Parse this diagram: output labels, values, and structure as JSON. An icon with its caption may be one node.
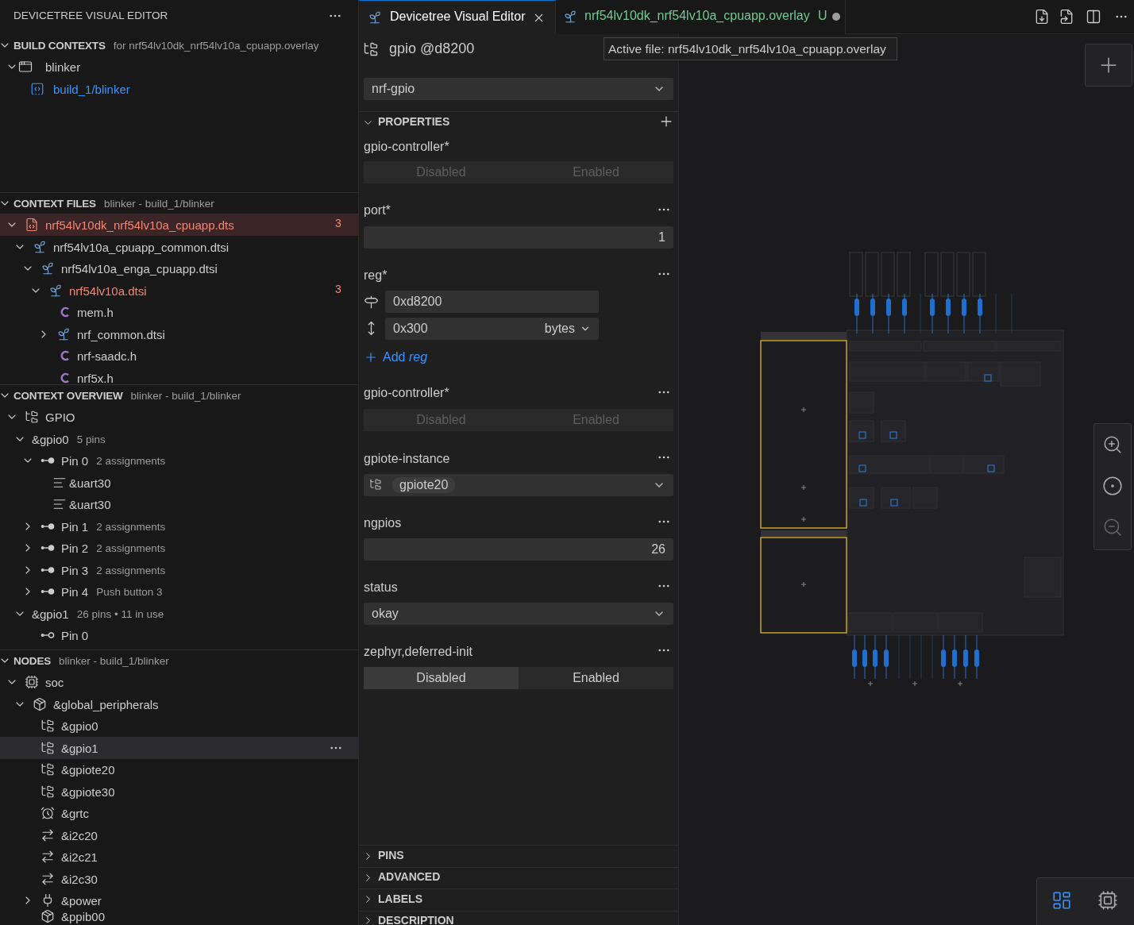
{
  "diagram": {
    "labels": [
      "DEVICETREE VISUAL EDITOR",
      "BUILD CONTEXTS",
      "for nrf54lv10dk_nrf54lv10a_cpuapp.overlay",
      "blinker",
      "build_1/blinker",
      "CONTEXT FILES",
      "blinker - build_1/blinker",
      "nrf54lv10dk_nrf54lv10a_cpuapp.dts",
      "3",
      "nrf54lv10a_cpuapp_common.dtsi",
      "nrf54lv10a_enga_cpuapp.dtsi",
      "nrf54lv10a.dtsi",
      "3",
      "mem.h",
      "nrf_common.dtsi",
      "nrf-saadc.h",
      "nrf5x.h",
      "CONTEXT OVERVIEW",
      "blinker - build_1/blinker",
      "GPIO",
      "&gpio0",
      "5 pins",
      "Pin 0",
      "2 assignments",
      "&uart30",
      "&uart30",
      "Pin 1",
      "2 assignments",
      "Pin 2",
      "2 assignments",
      "Pin 3",
      "2 assignments",
      "Pin 4",
      "Push button 3",
      "&gpio1",
      "26 pins • 11 in use",
      "Pin 0",
      "NODES",
      "blinker - build_1/blinker",
      "soc",
      "&global_peripherals",
      "&gpio0",
      "&gpio1",
      "&gpiote20",
      "&gpiote30",
      "&grtc",
      "&i2c20",
      "&i2c21",
      "&i2c30",
      "&power",
      "&ppib00",
      "Devicetree Visual Editor",
      "nrf54lv10dk_nrf54lv10a_cpuapp.overlay",
      "U",
      "gpio @d8200",
      "Active file: nrf54lv10dk_nrf54lv10a_cpuapp.overlay",
      "nrf-gpio",
      "PROPERTIES",
      "gpio-controller*",
      "Disabled",
      "Enabled",
      "port*",
      "1",
      "reg*",
      "0xd8200",
      "0x300",
      "bytes",
      "Add *reg*",
      "gpio-controller*",
      "Disabled",
      "Enabled",
      "gpiote-instance",
      "gpiote20",
      "ngpios",
      "26",
      "status",
      "okay",
      "zephyr,deferred-init",
      "Disabled",
      "Enabled",
      "PINS",
      "ADVANCED",
      "LABELS",
      "DESCRIPTION"
    ]
  }
}
